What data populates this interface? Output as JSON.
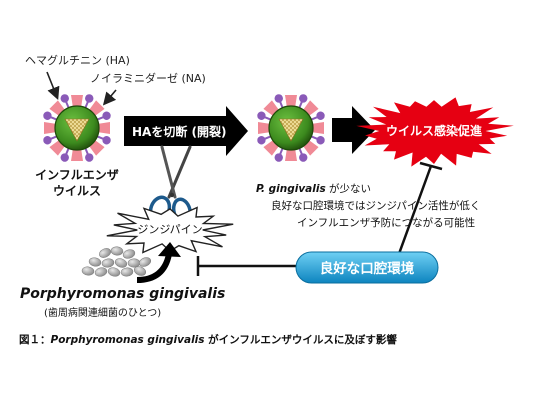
{
  "labels": {
    "ha": "ヘマグルチニン (HA)",
    "na": "ノイラミニダーゼ (NA)",
    "virus_line1": "インフルエンザ",
    "virus_line2": "ウイルス",
    "cleave": "HAを切断 (開裂)",
    "promotion": "ウイルス感染促進",
    "gingipain": "ジンジパイン",
    "species": "Porphyromonas gingivalis",
    "species_note": "(歯周病関連細菌のひとつ)",
    "oral_env": "良好な口腔環境"
  },
  "note": {
    "line1_italic": "P. gingivalis",
    "line1_rest": " が少ない",
    "line2": "良好な口腔環境ではジンジパイン活性が低く",
    "line3": "インフルエンザ予防につながる可能性"
  },
  "caption": {
    "prefix": "図１：",
    "species": "Porphyromonas gingivalis",
    "rest": " がインフルエンザウイルスに及ぼす影響"
  },
  "colors": {
    "virus_core": "#3c8a1e",
    "virus_rim": "#1e4a0a",
    "spike_pink": "#f08a96",
    "spike_purple": "#8a5ab8",
    "burst_red": "#e60012",
    "oral_blue": "#1aa0d8"
  }
}
